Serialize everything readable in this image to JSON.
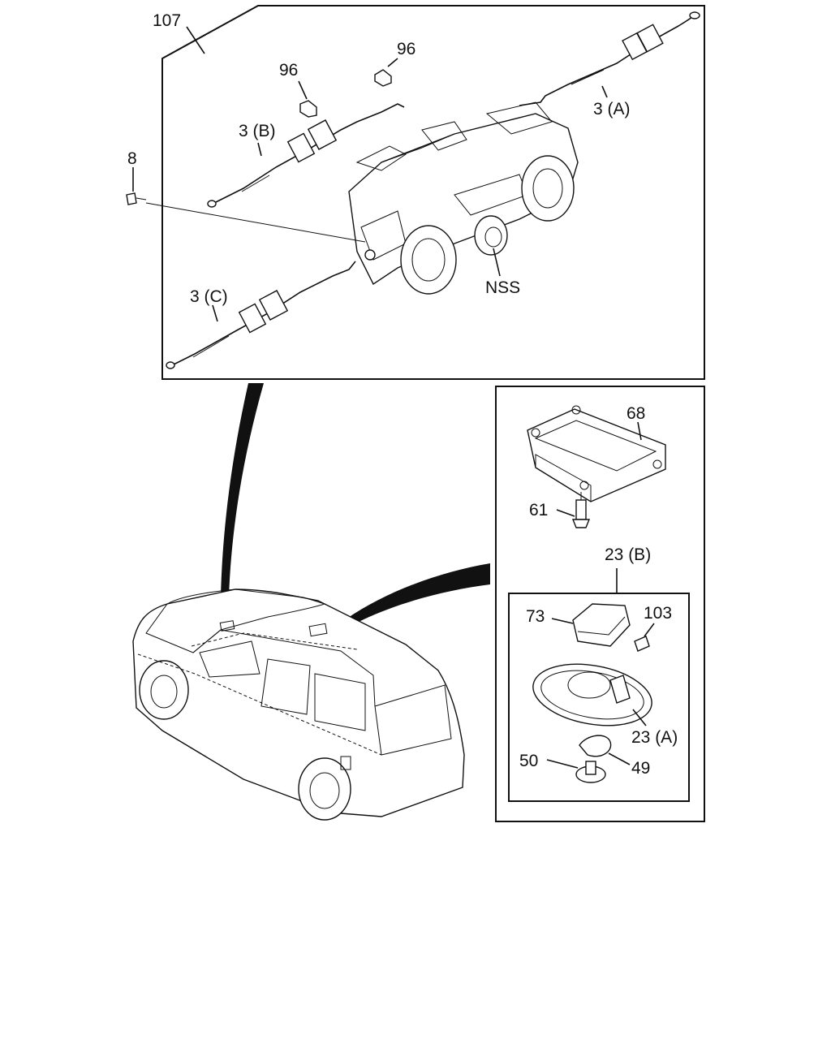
{
  "callouts": {
    "assembly": "107",
    "clip_right": "96",
    "clip_left": "96",
    "cable_a": "3 (A)",
    "cable_b": "3 (B)",
    "cable_c": "3 (C)",
    "screw": "8",
    "nss": "NSS",
    "bracket": "68",
    "bolt": "61",
    "lamp_assembly": "23 (B)",
    "lens": "73",
    "clip_small": "103",
    "housing": "23 (A)",
    "gasket": "49",
    "bulb": "50"
  }
}
